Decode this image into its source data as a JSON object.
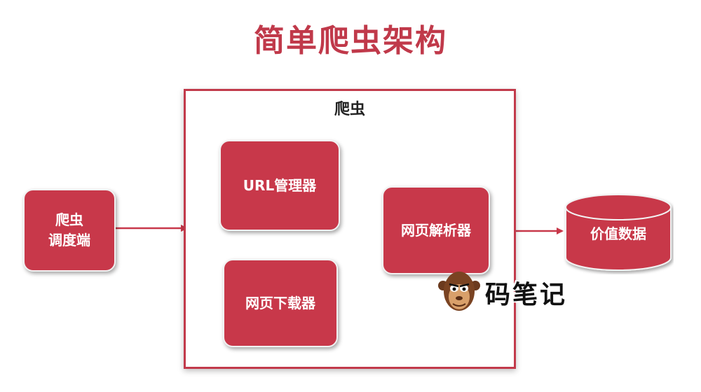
{
  "title": "简单爬虫架构",
  "frame_label": "爬虫",
  "nodes": {
    "scheduler": [
      "爬虫",
      "调度端"
    ],
    "url_manager": "URL管理器",
    "downloader": "网页下载器",
    "parser": "网页解析器",
    "value_data": "价值数据"
  },
  "watermark": "码笔记",
  "colors": {
    "accent": "#c8384a",
    "title": "#c0394a",
    "frame": "#c23a4b"
  }
}
